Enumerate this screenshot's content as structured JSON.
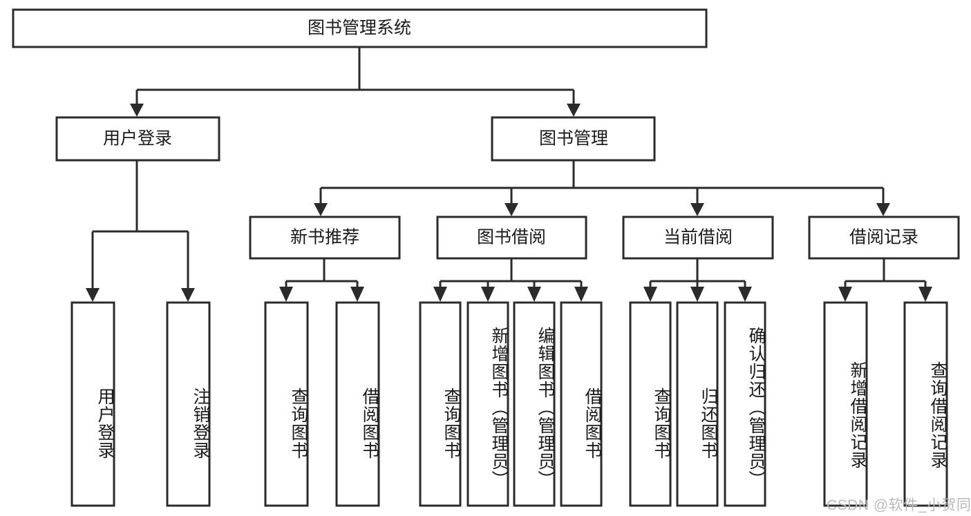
{
  "diagram": {
    "title": "图书管理系统",
    "type": "tree",
    "root": {
      "id": "root",
      "label": "图书管理系统"
    },
    "level2": [
      {
        "id": "user-login",
        "label": "用户登录"
      },
      {
        "id": "book-manage",
        "label": "图书管理"
      }
    ],
    "level3": [
      {
        "id": "new-book-rec",
        "label": "新书推荐",
        "parent": "book-manage"
      },
      {
        "id": "book-borrow",
        "label": "图书借阅",
        "parent": "book-manage"
      },
      {
        "id": "current-borrow",
        "label": "当前借阅",
        "parent": "book-manage"
      },
      {
        "id": "borrow-record",
        "label": "借阅记录",
        "parent": "book-manage"
      }
    ],
    "leaves": [
      {
        "id": "leaf-user-login",
        "label": "用户登录",
        "parent": "user-login"
      },
      {
        "id": "leaf-logout-login",
        "label": "注销登录",
        "parent": "user-login"
      },
      {
        "id": "leaf-query-book-1",
        "label": "查询图书",
        "parent": "new-book-rec"
      },
      {
        "id": "leaf-borrow-book-1",
        "label": "借阅图书",
        "parent": "new-book-rec"
      },
      {
        "id": "leaf-query-book-2",
        "label": "查询图书",
        "parent": "book-borrow"
      },
      {
        "id": "leaf-add-book",
        "label": "新增图书（管理员）",
        "parent": "book-borrow"
      },
      {
        "id": "leaf-edit-book",
        "label": "编辑图书（管理员）",
        "parent": "book-borrow"
      },
      {
        "id": "leaf-borrow-book-2",
        "label": "借阅图书",
        "parent": "book-borrow"
      },
      {
        "id": "leaf-query-book-3",
        "label": "查询图书",
        "parent": "current-borrow"
      },
      {
        "id": "leaf-return-book",
        "label": "归还图书",
        "parent": "current-borrow"
      },
      {
        "id": "leaf-confirm-return",
        "label": "确认归还（管理员）",
        "parent": "current-borrow"
      },
      {
        "id": "leaf-add-record",
        "label": "新增借阅记录",
        "parent": "borrow-record"
      },
      {
        "id": "leaf-query-record",
        "label": "查询借阅记录",
        "parent": "borrow-record"
      }
    ]
  },
  "watermark": {
    "text": "CSDN @软件_小贺同学"
  },
  "colors": {
    "stroke": "#2b2b2b",
    "fill": "#ffffff",
    "text": "#1a1a1a",
    "watermark": "#b9b9b9",
    "background": "#ffffff"
  }
}
